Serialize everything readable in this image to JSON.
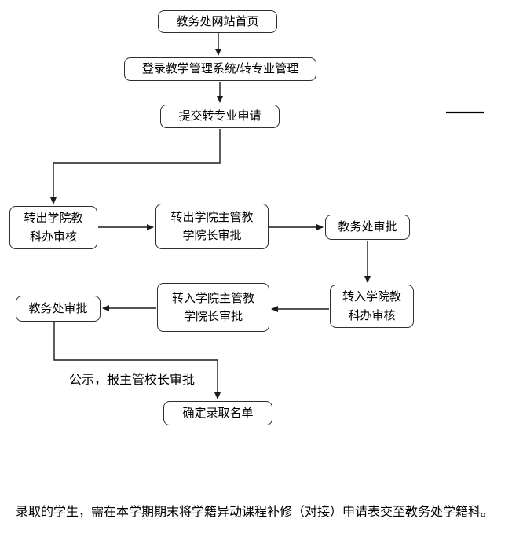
{
  "flowchart": {
    "nodes": {
      "homepage": {
        "label": "教务处网站首页"
      },
      "login": {
        "label": "登录教学管理系统/转专业管理"
      },
      "submit": {
        "label": "提交转专业申请"
      },
      "out_office": {
        "label": "转出学院教\n科办审核"
      },
      "out_dean": {
        "label": "转出学院主管教\n学院长审批"
      },
      "jwc_approve_1": {
        "label": "教务处审批"
      },
      "in_office": {
        "label": "转入学院教\n科办审核"
      },
      "in_dean": {
        "label": "转入学院主管教\n学院长审批"
      },
      "jwc_approve_2": {
        "label": "教务处审批"
      },
      "confirm": {
        "label": "确定录取名单"
      }
    },
    "labels": {
      "publicity": "公示，报主管校长审批",
      "footnote": "录取的学生，需在本学期期末将学籍异动课程补修（对接）申请表交至教务处学籍科。"
    },
    "colors": {
      "node_border": "#2e2e2e",
      "connector": "#1a1a1a",
      "text": "#000000",
      "background": "#ffffff"
    }
  }
}
